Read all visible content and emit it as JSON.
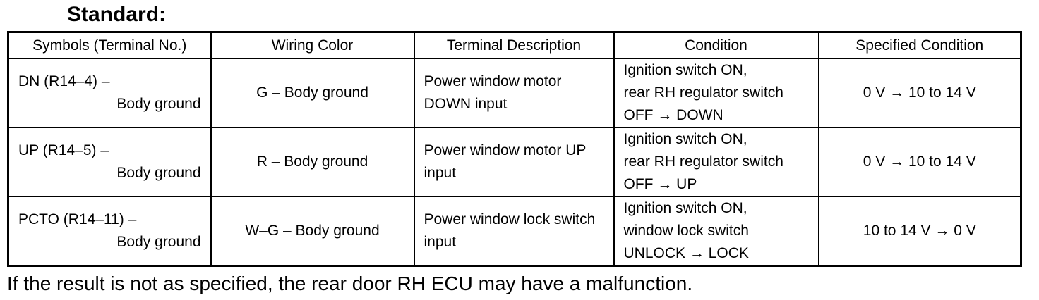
{
  "title": "Standard:",
  "table": {
    "headers": [
      "Symbols (Terminal No.)",
      "Wiring Color",
      "Terminal Description",
      "Condition",
      "Specified Condition"
    ],
    "rows": [
      {
        "symbol_line1": "DN (R14–4) –",
        "symbol_line2": "Body ground",
        "wiring_color": "G – Body ground",
        "description": "Power window motor\nDOWN input",
        "condition": "Ignition switch ON,\nrear RH regulator switch\nOFF → DOWN",
        "specified_condition": "0 V → 10 to 14 V"
      },
      {
        "symbol_line1": "UP (R14–5) –",
        "symbol_line2": "Body ground",
        "wiring_color": "R – Body ground",
        "description": "Power window motor UP\ninput",
        "condition": "Ignition switch ON,\nrear RH regulator switch\nOFF → UP",
        "specified_condition": "0 V → 10 to 14 V"
      },
      {
        "symbol_line1": "PCTO (R14–11) –",
        "symbol_line2": "Body ground",
        "wiring_color": "W–G – Body ground",
        "description": "Power window lock switch\ninput",
        "condition": "Ignition switch ON,\nwindow lock switch\nUNLOCK → LOCK",
        "specified_condition": "10 to 14 V → 0 V"
      }
    ]
  },
  "footer_text": "If the result is not as specified, the rear door RH ECU may have a malfunction."
}
